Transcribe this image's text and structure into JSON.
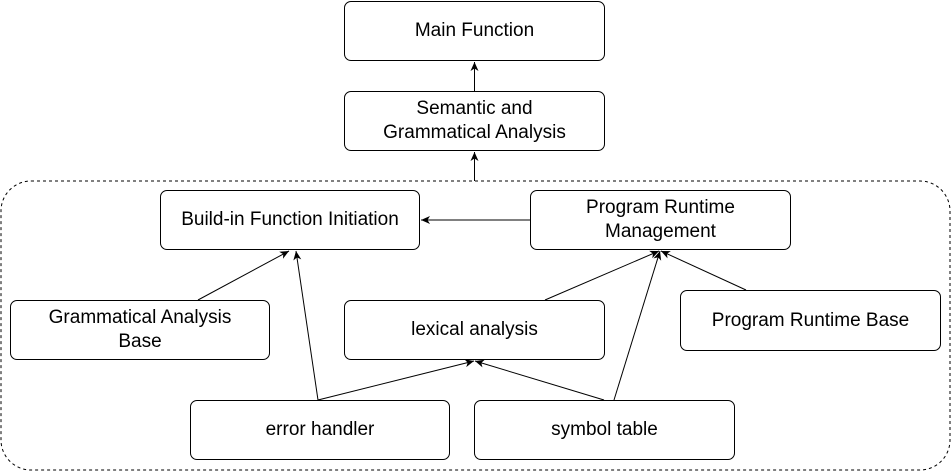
{
  "nodes": {
    "main_function": "Main Function",
    "semantic_line1": "Semantic and",
    "semantic_line2": "Grammatical Analysis",
    "build_in": "Build-in Function Initiation",
    "program_runtime_mgmt_line1": "Program Runtime",
    "program_runtime_mgmt_line2": "Management",
    "grammatical_base_line1": "Grammatical Analysis",
    "grammatical_base_line2": "Base",
    "lexical": "lexical analysis",
    "program_runtime_base": "Program Runtime Base",
    "error_handler": "error handler",
    "symbol_table": "symbol table"
  },
  "edges": [
    {
      "from": "semantic_and_grammatical_analysis",
      "to": "main_function"
    },
    {
      "from": "module_group",
      "to": "semantic_and_grammatical_analysis"
    },
    {
      "from": "program_runtime_management",
      "to": "build_in_function_initiation"
    },
    {
      "from": "grammatical_analysis_base",
      "to": "build_in_function_initiation"
    },
    {
      "from": "error_handler",
      "to": "build_in_function_initiation"
    },
    {
      "from": "error_handler",
      "to": "lexical_analysis"
    },
    {
      "from": "symbol_table",
      "to": "lexical_analysis"
    },
    {
      "from": "symbol_table",
      "to": "program_runtime_management"
    },
    {
      "from": "lexical_analysis",
      "to": "program_runtime_management"
    },
    {
      "from": "program_runtime_base",
      "to": "program_runtime_management"
    }
  ],
  "colors": {
    "stroke": "#000000",
    "fill": "#ffffff"
  }
}
